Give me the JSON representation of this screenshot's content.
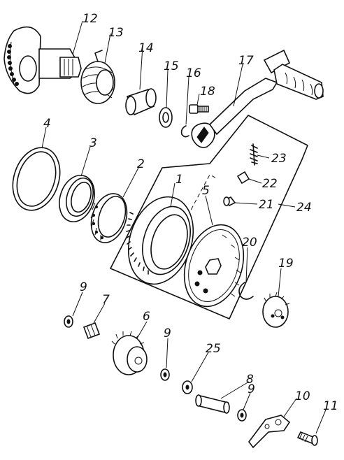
{
  "diagram": {
    "parts": [
      {
        "id": "p1",
        "number": "1"
      },
      {
        "id": "p2",
        "number": "2"
      },
      {
        "id": "p3",
        "number": "3"
      },
      {
        "id": "p4",
        "number": "4"
      },
      {
        "id": "p5",
        "number": "5"
      },
      {
        "id": "p6",
        "number": "6"
      },
      {
        "id": "p7",
        "number": "7"
      },
      {
        "id": "p8",
        "number": "8"
      },
      {
        "id": "p9a",
        "number": "9"
      },
      {
        "id": "p9b",
        "number": "9"
      },
      {
        "id": "p9c",
        "number": "9"
      },
      {
        "id": "p10",
        "number": "10"
      },
      {
        "id": "p11",
        "number": "11"
      },
      {
        "id": "p12",
        "number": "12"
      },
      {
        "id": "p13",
        "number": "13"
      },
      {
        "id": "p14",
        "number": "14"
      },
      {
        "id": "p15",
        "number": "15"
      },
      {
        "id": "p16",
        "number": "16"
      },
      {
        "id": "p17",
        "number": "17"
      },
      {
        "id": "p18",
        "number": "18"
      },
      {
        "id": "p19",
        "number": "19"
      },
      {
        "id": "p20",
        "number": "20"
      },
      {
        "id": "p21",
        "number": "21"
      },
      {
        "id": "p22",
        "number": "22"
      },
      {
        "id": "p23",
        "number": "23"
      },
      {
        "id": "p24",
        "number": "24"
      },
      {
        "id": "p25",
        "number": "25"
      }
    ]
  }
}
